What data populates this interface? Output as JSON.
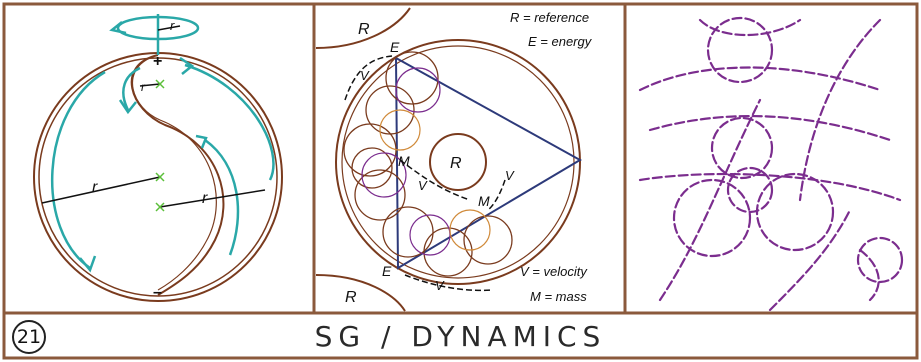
{
  "footer": {
    "plate_number": "21",
    "title": "SG / DYNAMICS"
  },
  "panel_left": {
    "r_labels": [
      "r",
      "r",
      "r",
      "r"
    ],
    "plus_sign": "+",
    "minus_sign": "–"
  },
  "panel_middle": {
    "legend": {
      "reference": "R = reference",
      "energy": "E = energy",
      "velocity": "V = velocity",
      "mass": "M = mass"
    },
    "labels": {
      "R": "R",
      "E": "E",
      "V": "V",
      "M": "M"
    }
  },
  "colors": {
    "frame": "#8b5a3c",
    "brown": "#7a3b1e",
    "cyan": "#2aa8a8",
    "green": "#5bbf3a",
    "navy": "#2d3a7a",
    "purple": "#7b2d8e",
    "orange": "#d08a3a"
  }
}
